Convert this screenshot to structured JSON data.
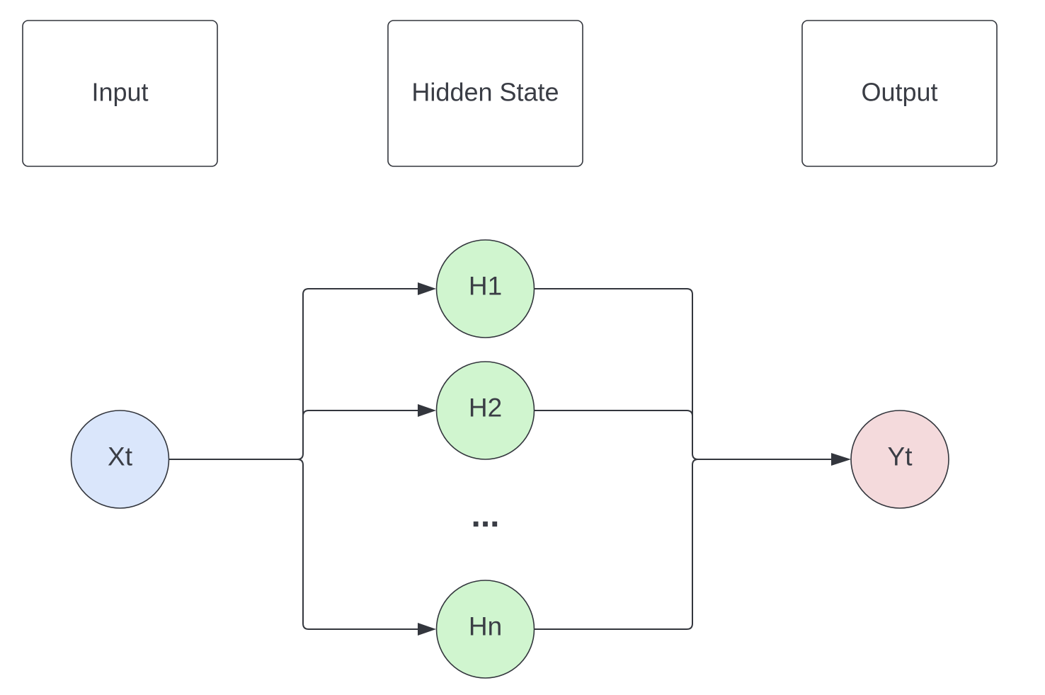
{
  "headers": [
    {
      "id": "input",
      "label": "Input"
    },
    {
      "id": "hidden",
      "label": "Hidden State"
    },
    {
      "id": "output",
      "label": "Output"
    }
  ],
  "nodes": {
    "x": {
      "label": "Xt",
      "fill": "#dae6fb"
    },
    "h1": {
      "label": "H1",
      "fill": "#d0f5cf"
    },
    "h2": {
      "label": "H2",
      "fill": "#d0f5cf"
    },
    "ellipsis": {
      "label": "..."
    },
    "hn": {
      "label": "Hn",
      "fill": "#d0f5cf"
    },
    "y": {
      "label": "Yt",
      "fill": "#f4dadc"
    }
  },
  "colors": {
    "stroke": "#33363d",
    "text": "#3a3d45"
  }
}
